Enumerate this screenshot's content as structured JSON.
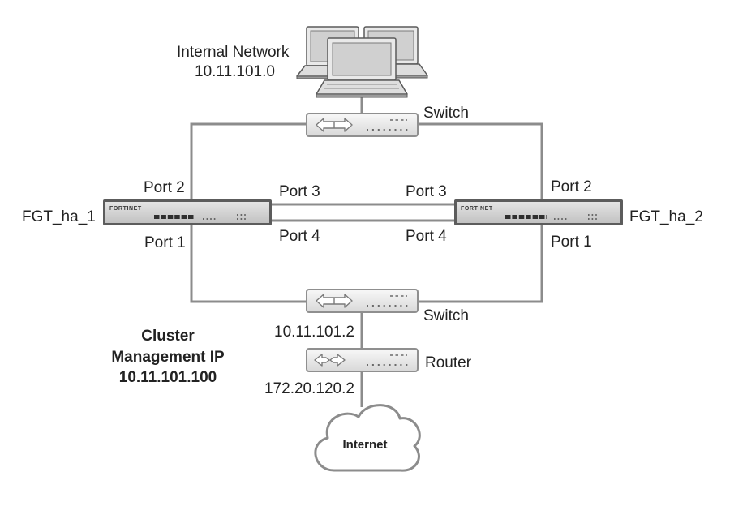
{
  "diagram": {
    "internal_network": {
      "label": "Internal Network",
      "subnet": "10.11.101.0"
    },
    "top_switch": {
      "label": "Switch"
    },
    "fgt_ha_1": {
      "label": "FGT_ha_1",
      "logo": "FORTINET",
      "port_2": "Port 2",
      "port_1": "Port 1",
      "port_3": "Port 3",
      "port_4": "Port 4"
    },
    "fgt_ha_2": {
      "label": "FGT_ha_2",
      "logo": "FORTINET",
      "port_2": "Port 2",
      "port_1": "Port 1",
      "port_3": "Port 3",
      "port_4": "Port 4"
    },
    "bottom_switch": {
      "label": "Switch",
      "ip": "10.11.101.2"
    },
    "router": {
      "label": "Router",
      "ip": "172.20.120.2"
    },
    "internet": {
      "label": "Internet"
    },
    "cluster_management": {
      "line_1": "Cluster",
      "line_2": "Management IP",
      "ip": "10.11.101.100"
    }
  },
  "icons": {
    "hosts": "laptop-icon",
    "switch": "switch-icon",
    "firewall": "fortigate-icon",
    "router": "router-icon",
    "internet": "cloud-icon"
  },
  "colors": {
    "background": "#ffffff",
    "link_line": "#8c8c8c",
    "device_outline": "#8f8f8f",
    "firewall_chassis": "#5c5c5c",
    "text": "#222222"
  }
}
